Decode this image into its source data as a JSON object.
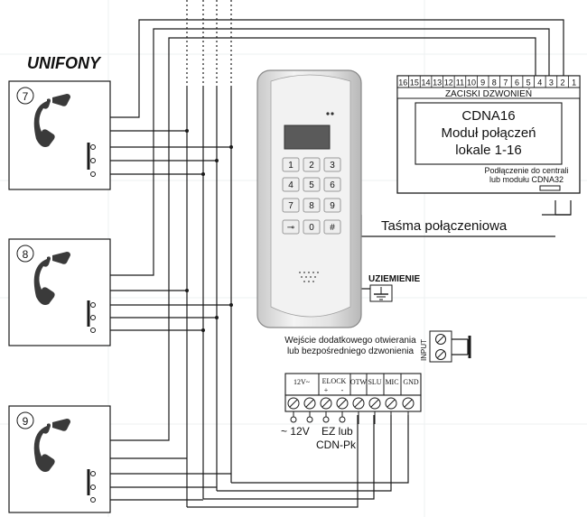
{
  "title": "UNIFONY",
  "handsets": [
    {
      "number": "7"
    },
    {
      "number": "8"
    },
    {
      "number": "9"
    }
  ],
  "module": {
    "terminal_numbers": [
      "16",
      "15",
      "14",
      "13",
      "12",
      "11",
      "10",
      "9",
      "8",
      "7",
      "6",
      "5",
      "4",
      "3",
      "2",
      "1"
    ],
    "terminals_caption": "ZACISKI DZWONIEŃ",
    "name": "CDNA16",
    "line2": "Moduł  połączeń",
    "line3": "lokale 1-16",
    "connection_note_1": "Podłączenie do centrali",
    "connection_note_2": "lub modułu CDNA32"
  },
  "ribbon_cable_label": "Taśma połączeniowa",
  "ground_label": "UZIEMIENIE",
  "input": {
    "label": "INPUT",
    "note_1": "Wejście dodatkowego otwierania",
    "note_2": "lub bezpośredniego dzwonienia"
  },
  "keypad": {
    "keys": [
      "1",
      "2",
      "3",
      "4",
      "5",
      "6",
      "7",
      "8",
      "9",
      "⊸",
      "0",
      "#"
    ]
  },
  "terminal_block": {
    "labels": [
      "12V~",
      "ELOCK",
      "OTW",
      "SLU",
      "MIC",
      "GND"
    ],
    "elock_plus": "+",
    "elock_minus": "-",
    "supply_label": "~ 12V",
    "lock_label_1": "EZ lub",
    "lock_label_2": "CDN-Pk"
  },
  "colors": {
    "line": "#1a1a1a",
    "panel_fill": "#e6e6e6",
    "display_fill": "#5a5a5a",
    "key_fill": "#eeeeee"
  }
}
